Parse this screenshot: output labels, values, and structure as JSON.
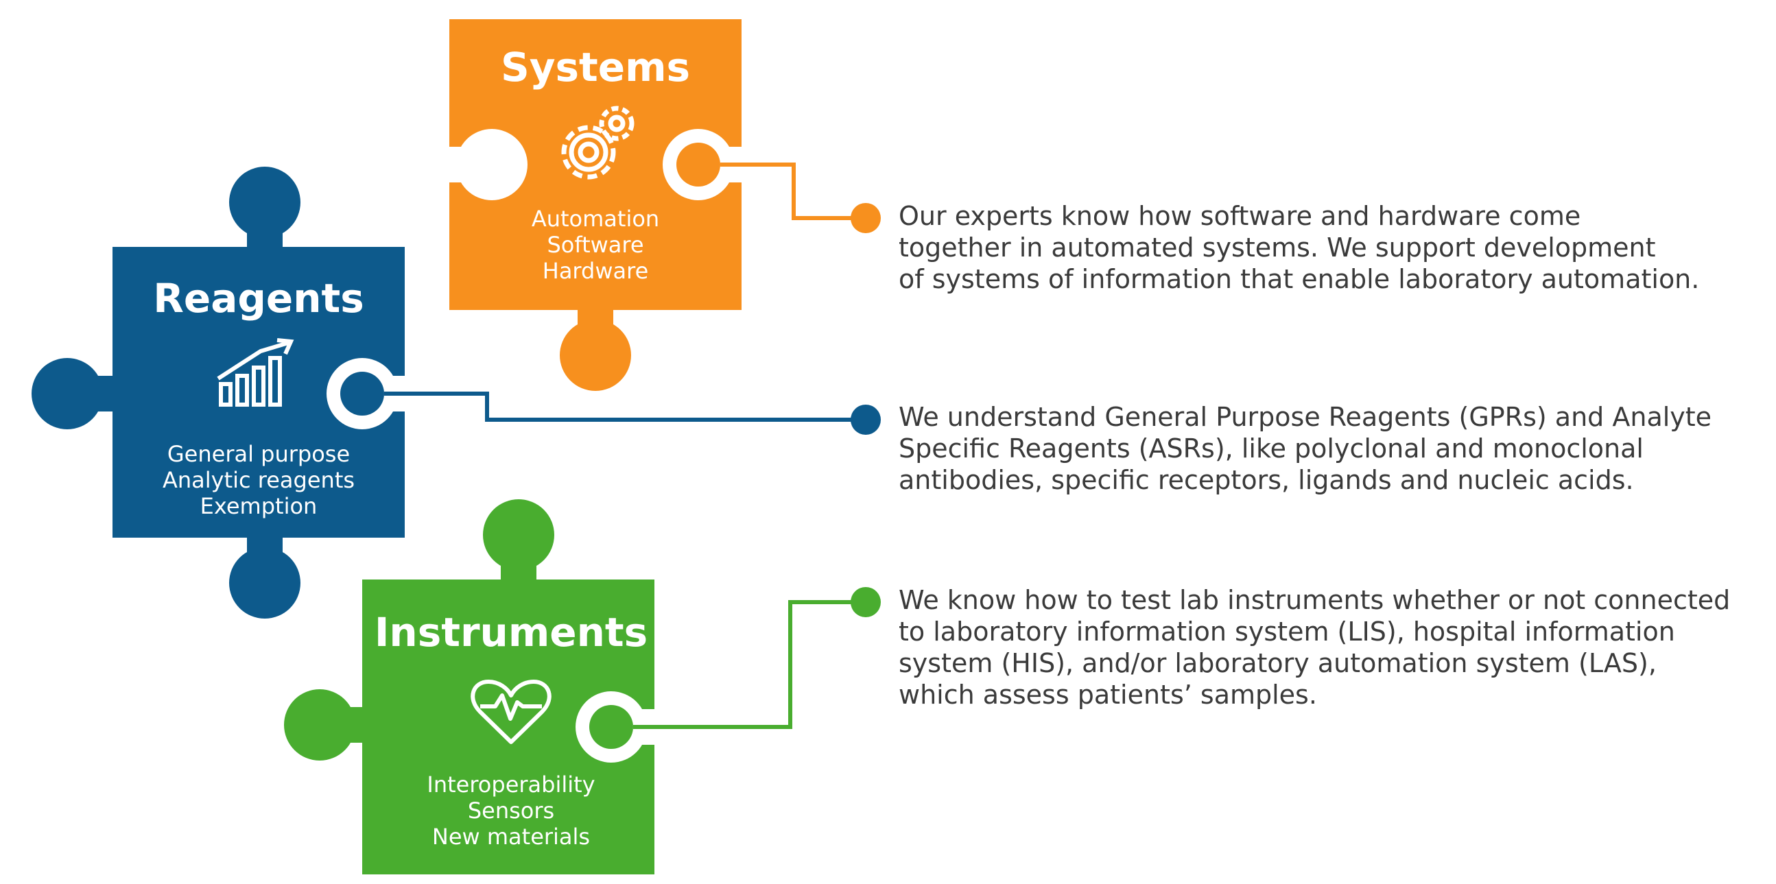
{
  "colors": {
    "systems": "#f7901e",
    "reagents": "#0d5a8c",
    "instruments": "#49ad2f",
    "text": "#3a3a3a",
    "white": "#ffffff"
  },
  "pieces": [
    {
      "key": "systems",
      "title": "Systems",
      "icon": "gears-icon",
      "items": [
        "Automation",
        "Software",
        "Hardware"
      ],
      "description": [
        "Our experts know how software and hardware come",
        "together in automated systems. We support development",
        "of systems of information that enable laboratory automation."
      ]
    },
    {
      "key": "reagents",
      "title": "Reagents",
      "icon": "growth-chart-icon",
      "items": [
        "General purpose",
        "Analytic reagents",
        "Exemption"
      ],
      "description": [
        "We understand General Purpose Reagents (GPRs) and Analyte",
        "Specific Reagents (ASRs), like polyclonal and monoclonal",
        "antibodies, specific receptors, ligands and nucleic acids."
      ]
    },
    {
      "key": "instruments",
      "title": "Instruments",
      "icon": "heart-pulse-icon",
      "items": [
        "Interoperability",
        "Sensors",
        "New materials"
      ],
      "description": [
        "We know how to test lab instruments whether or not connected",
        "to laboratory information system (LIS), hospital information",
        "system (HIS), and/or laboratory automation system (LAS),",
        "which assess patients’ samples."
      ]
    }
  ]
}
